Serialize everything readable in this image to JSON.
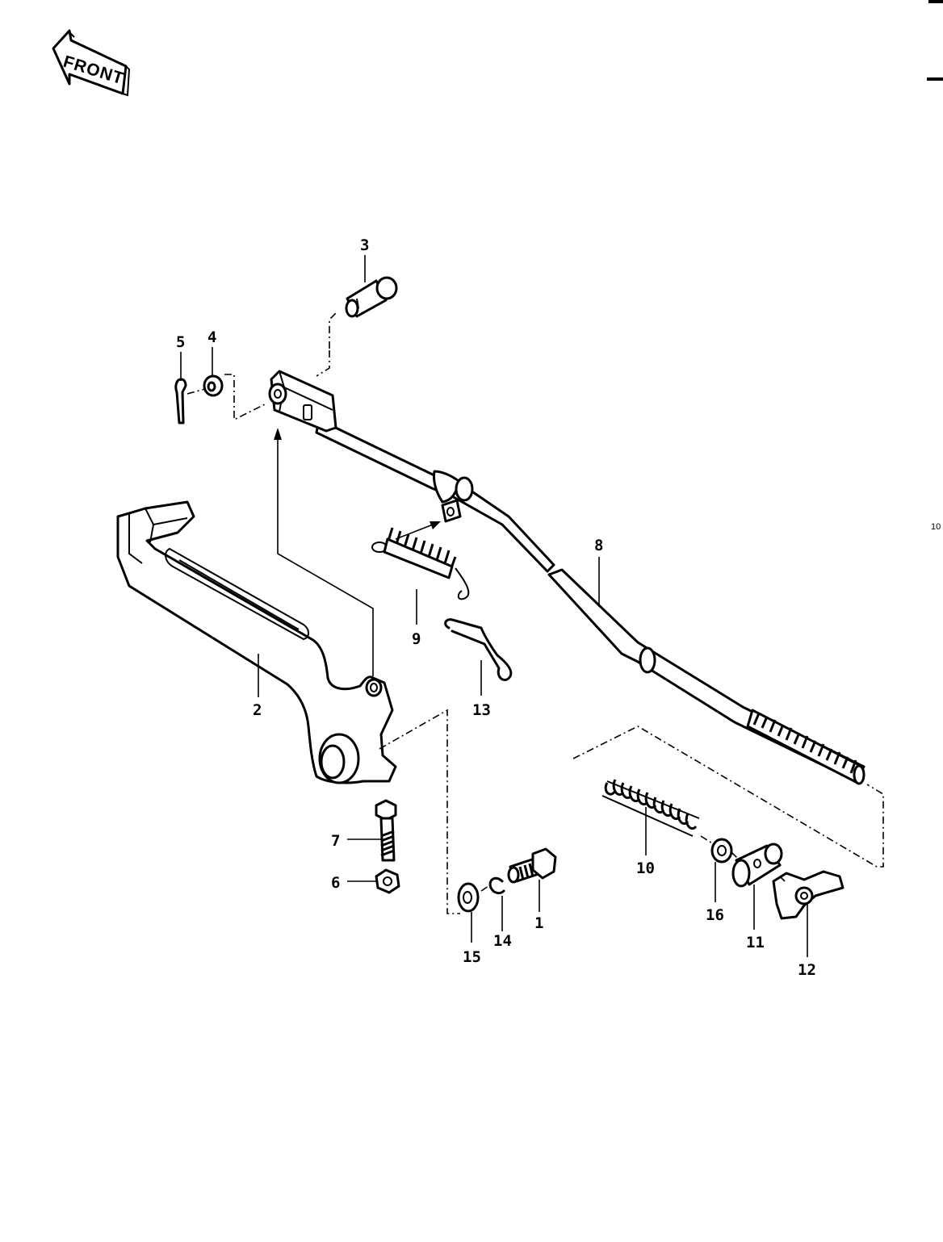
{
  "orientation": {
    "text": "FRONT"
  },
  "edge_marker": {
    "text": "10"
  },
  "callouts": [
    "1",
    "2",
    "3",
    "4",
    "5",
    "6",
    "7",
    "8",
    "9",
    "10",
    "11",
    "12",
    "13",
    "14",
    "15",
    "16"
  ]
}
